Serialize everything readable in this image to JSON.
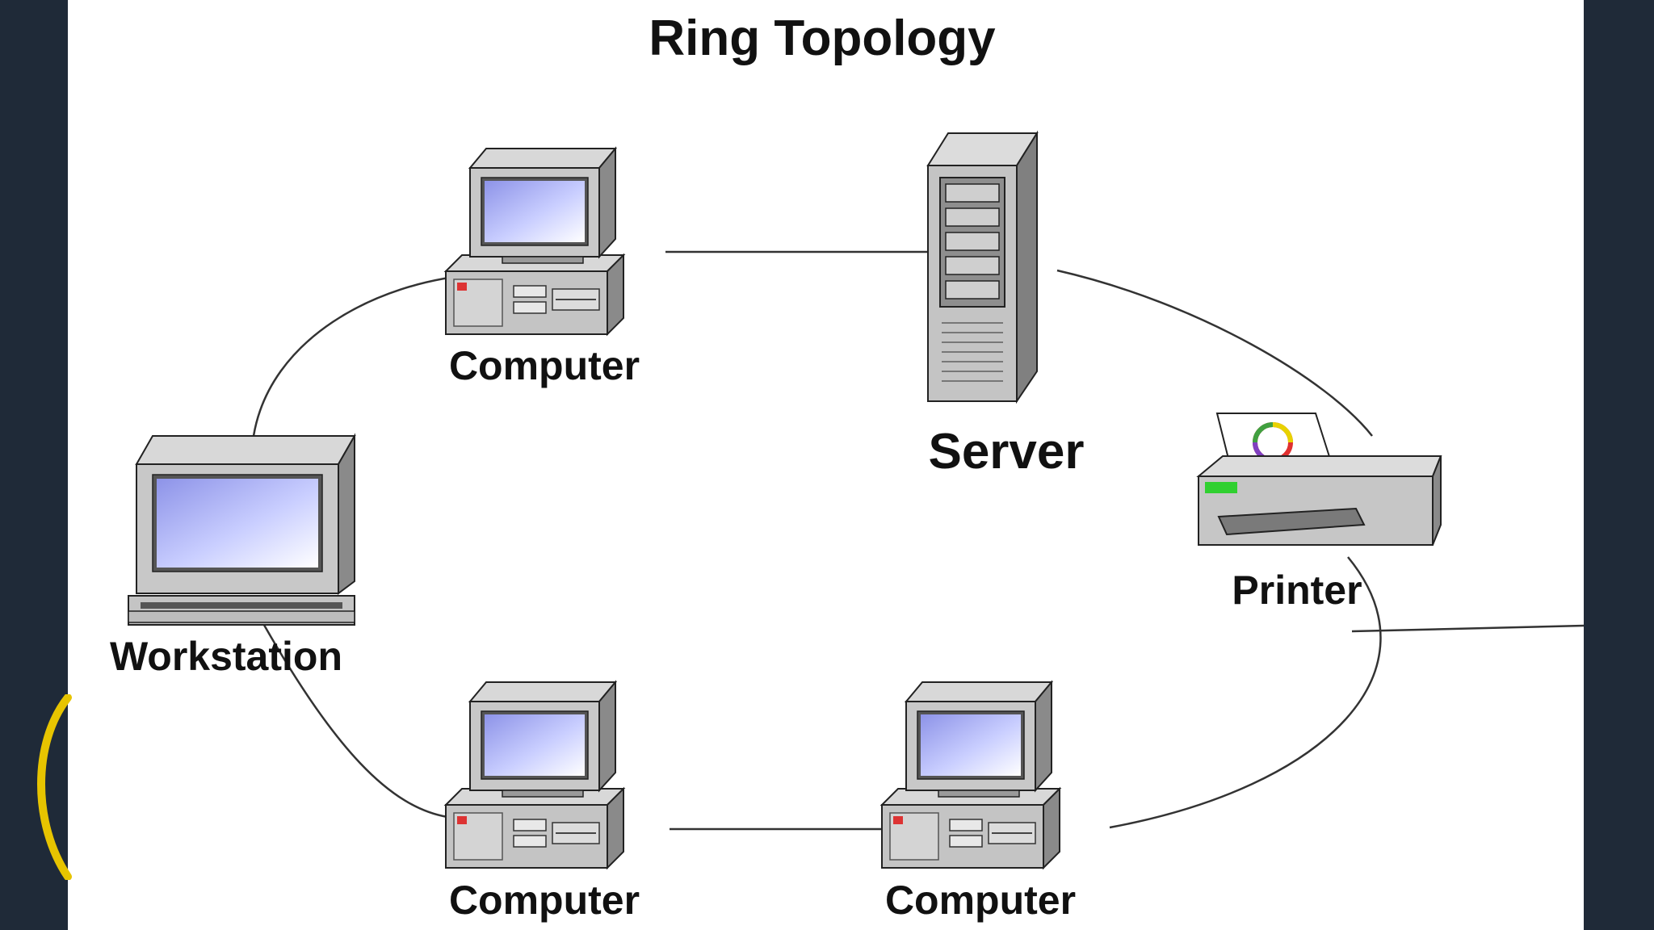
{
  "title": "Ring Topology",
  "nodes": {
    "computer_top": "Computer",
    "server": "Server",
    "printer": "Printer",
    "workstation": "Workstation",
    "computer_bottom_left": "Computer",
    "computer_bottom_right": "Computer"
  },
  "colors": {
    "frame": "#1f2a38",
    "background": "#ffffff",
    "screen": "#a9b4ff",
    "device_body": "#c8c8c8",
    "device_dark": "#7f7f7f",
    "link": "#333333",
    "accent_arc": "#e7c400"
  }
}
